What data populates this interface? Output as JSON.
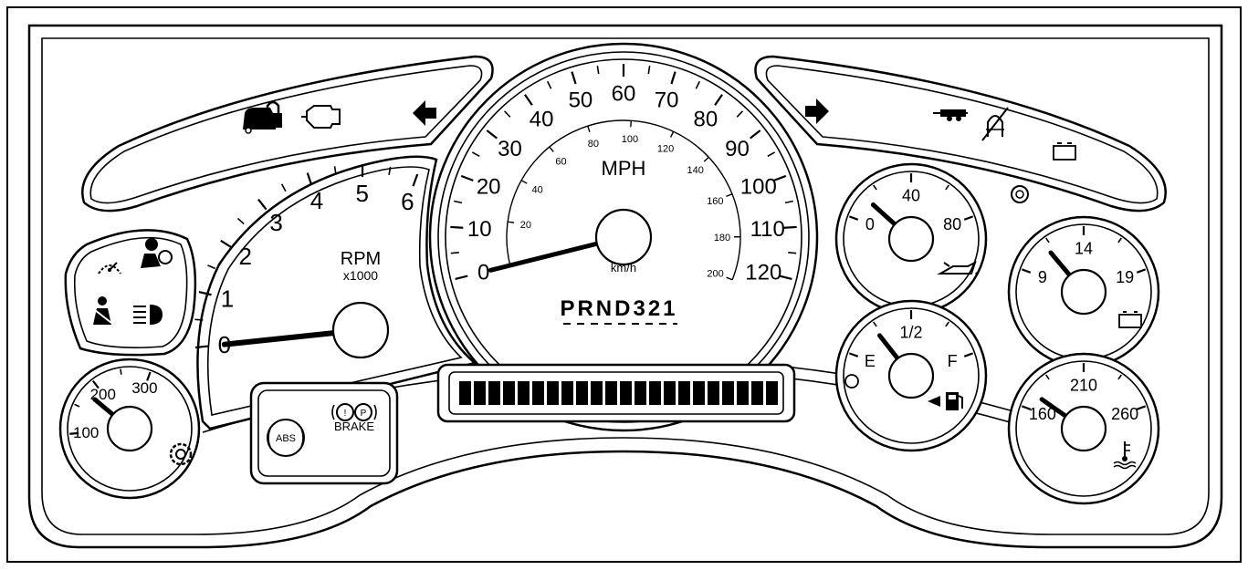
{
  "speedometer": {
    "mph_labels": [
      "0",
      "10",
      "20",
      "30",
      "40",
      "50",
      "60",
      "70",
      "80",
      "90",
      "100",
      "110",
      "120"
    ],
    "kmh_labels": [
      "20",
      "40",
      "60",
      "80",
      "100",
      "120",
      "140",
      "160",
      "180",
      "200"
    ],
    "unit_mph": "MPH",
    "unit_kmh": "km/h",
    "needle_value": 0
  },
  "tachometer": {
    "labels": [
      "0",
      "1",
      "2",
      "3",
      "4",
      "5",
      "6"
    ],
    "unit": "RPM",
    "multiplier": "x1000",
    "needle_value": 0
  },
  "transmission_temp_gauge": {
    "labels": [
      "100",
      "200",
      "300"
    ],
    "icon": "transmission-temperature-icon"
  },
  "oil_pressure_gauge": {
    "labels": [
      "0",
      "40",
      "80"
    ],
    "icon": "oil-can-icon"
  },
  "voltmeter_gauge": {
    "labels": [
      "9",
      "14",
      "19"
    ],
    "icon": "battery-icon"
  },
  "fuel_gauge": {
    "labels": [
      "E",
      "1/2",
      "F"
    ],
    "icon": "fuel-pump-icon"
  },
  "coolant_temp_gauge": {
    "labels": [
      "160",
      "210",
      "260"
    ],
    "icon": "coolant-temperature-icon"
  },
  "prnd": {
    "text": "PRND321"
  },
  "warning_lights": {
    "abs": "ABS",
    "brake": "BRAKE"
  },
  "odometer_display": {
    "segments": 22
  }
}
